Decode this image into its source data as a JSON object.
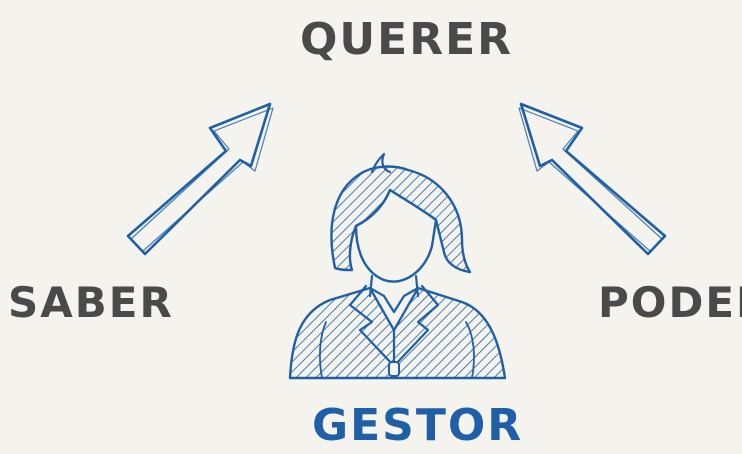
{
  "labels": {
    "top": "QUERER",
    "left": "SABER",
    "right": "PODER",
    "center": "GESTOR"
  },
  "colors": {
    "background": "#f4f3ee",
    "text_dark": "#4a4a4a",
    "accent_blue": "#1f5fa6"
  },
  "icons": {
    "left_arrow": "arrow-up-right-icon",
    "right_arrow": "arrow-up-left-icon",
    "person": "manager-person-icon"
  }
}
